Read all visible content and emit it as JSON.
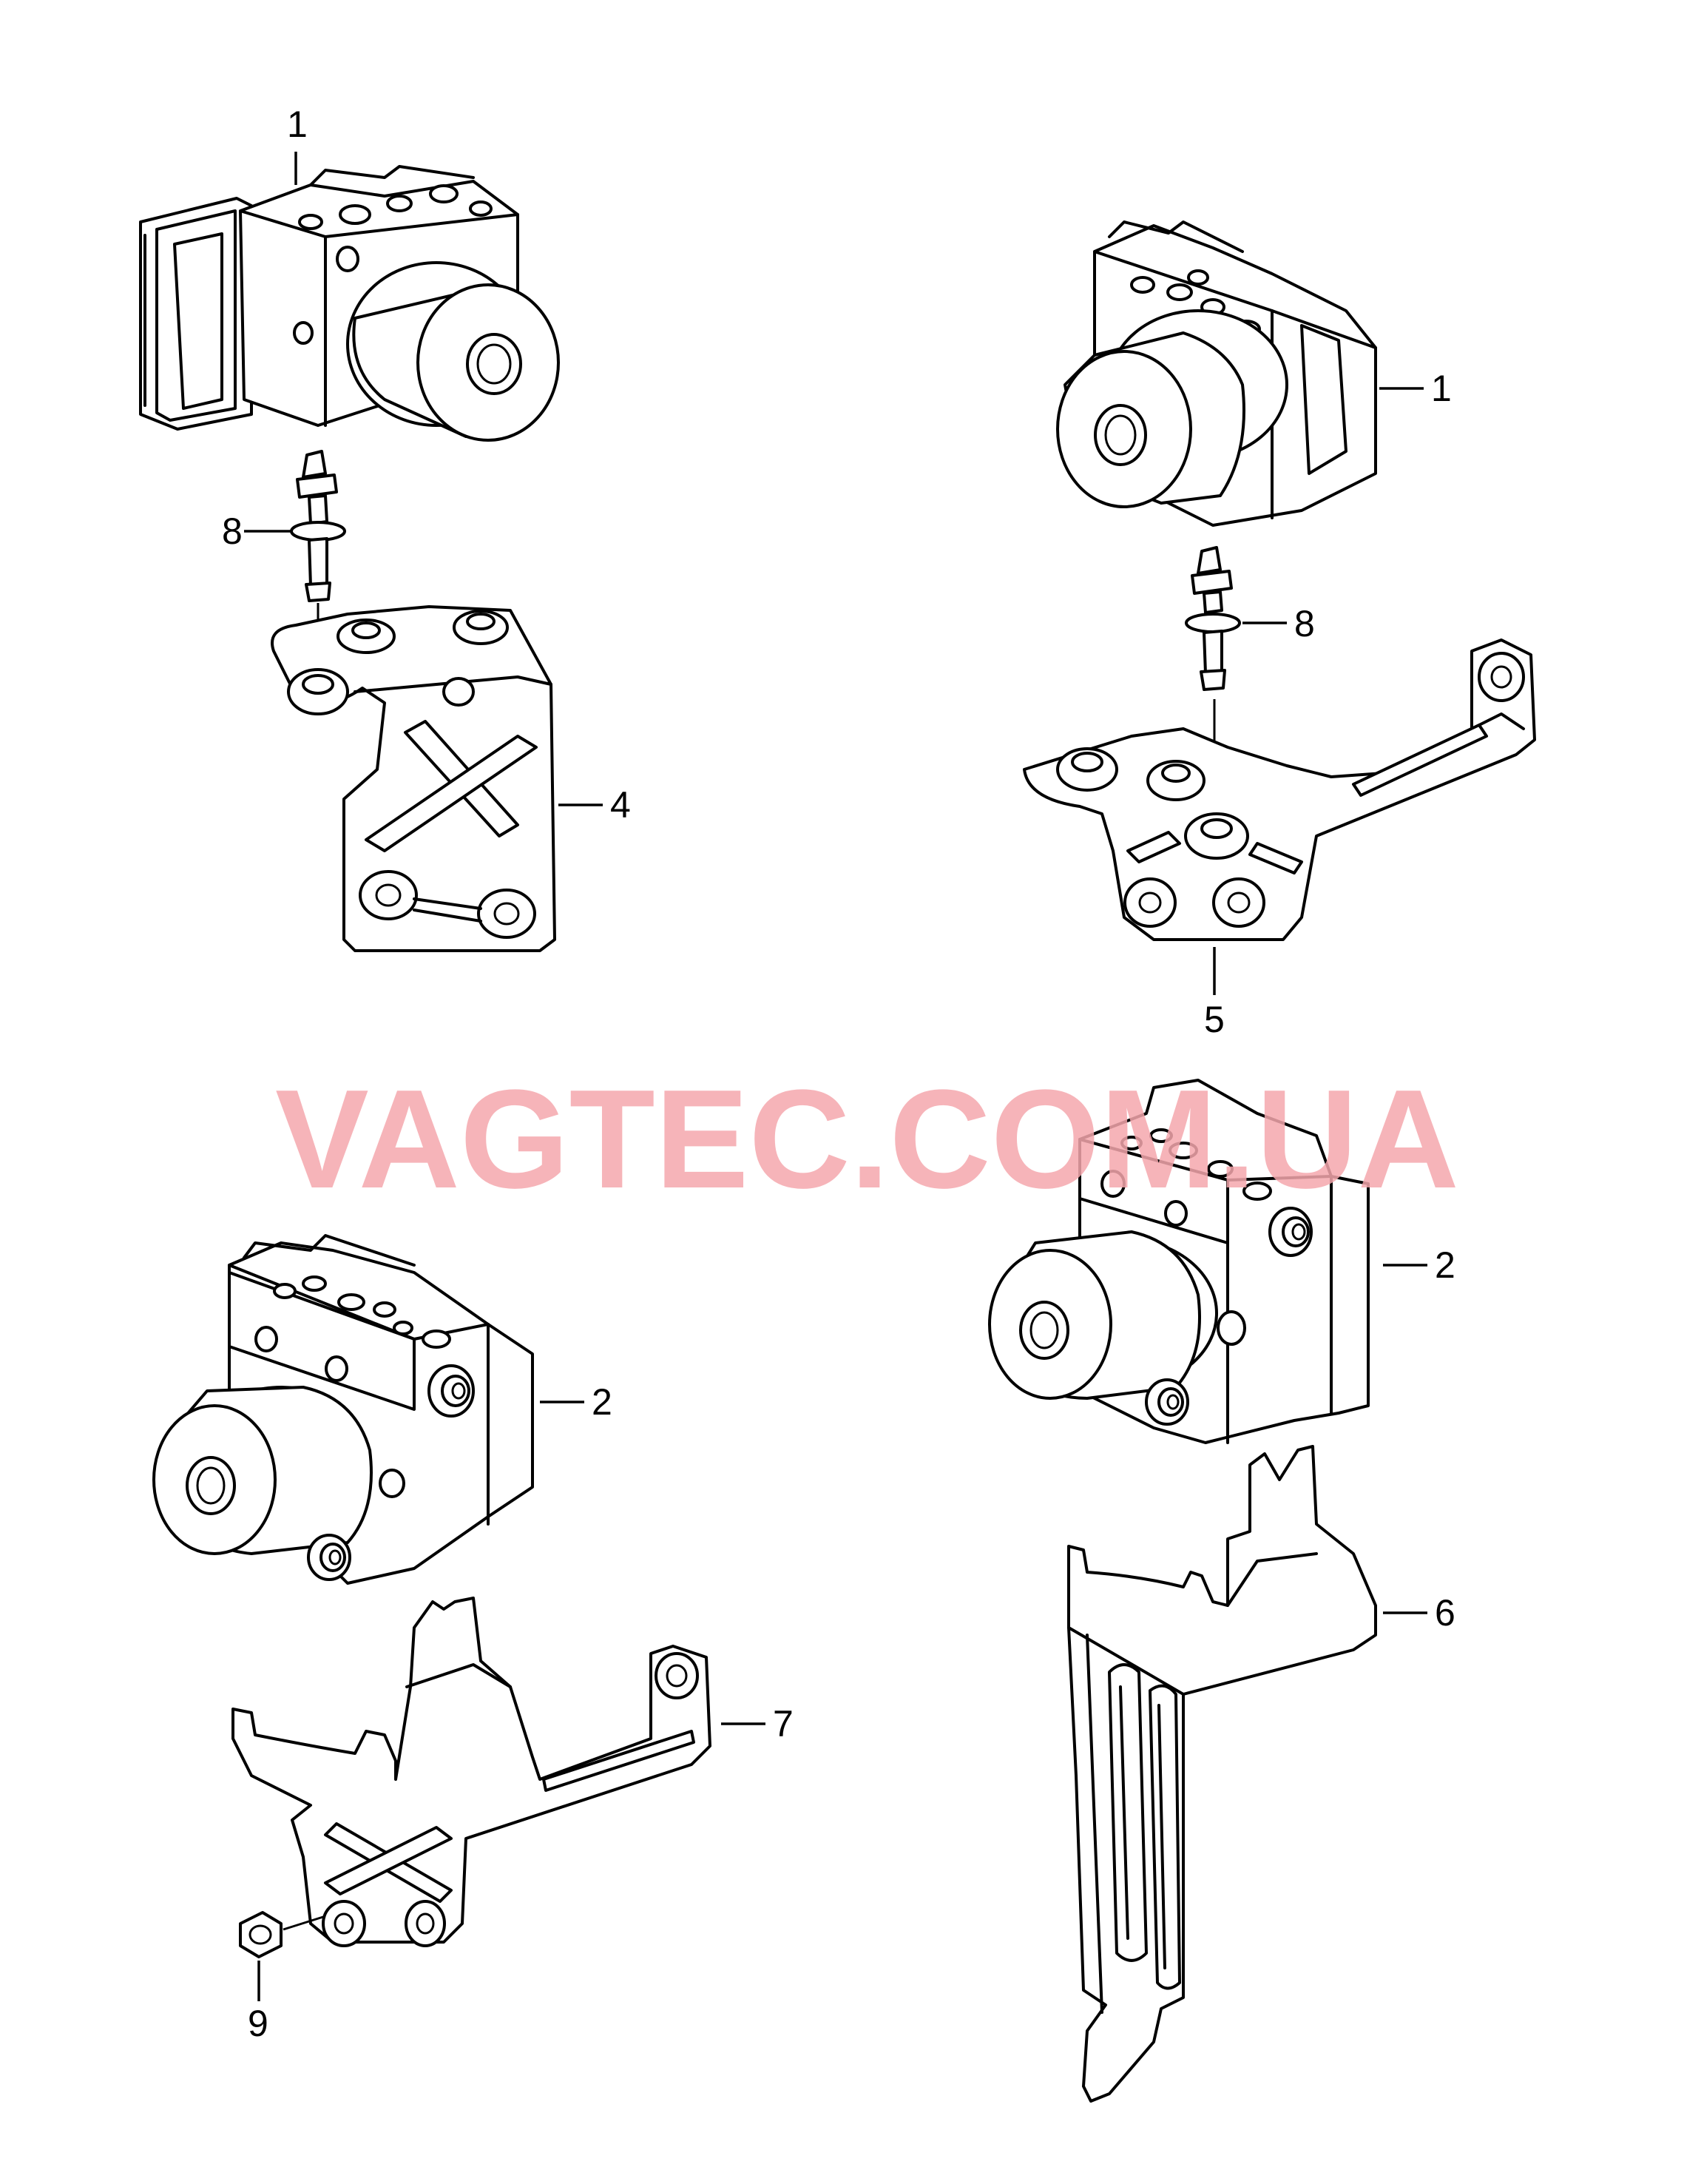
{
  "watermark": "VAGTEC.COM.UA",
  "callouts": {
    "c1a": "1",
    "c1b": "1",
    "c2a": "2",
    "c2b": "2",
    "c4": "4",
    "c5": "5",
    "c6": "6",
    "c7": "7",
    "c8a": "8",
    "c8b": "8",
    "c9": "9"
  }
}
